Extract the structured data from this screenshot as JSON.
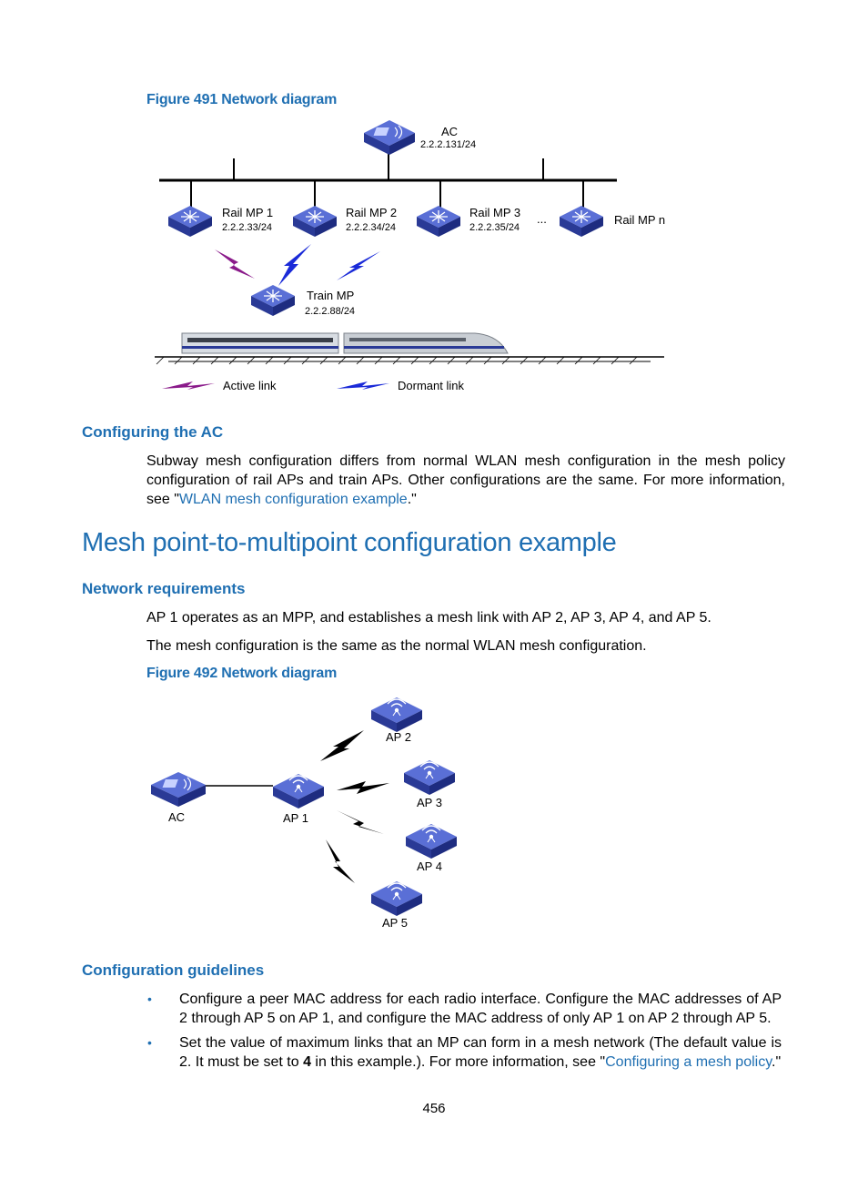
{
  "figure1": {
    "caption": "Figure 491 Network diagram",
    "ac_label": "AC",
    "ac_ip": "2.2.2.131/24",
    "rails": [
      {
        "label": "Rail MP 1",
        "ip": "2.2.2.33/24"
      },
      {
        "label": "Rail MP 2",
        "ip": "2.2.2.34/24"
      },
      {
        "label": "Rail MP 3",
        "ip": "2.2.2.35/24"
      },
      {
        "label": "Rail MP n",
        "ip": ""
      }
    ],
    "ellipsis": "...",
    "train_label": "Train MP",
    "train_ip": "2.2.2.88/24",
    "legend_active": "Active link",
    "legend_dormant": "Dormant link",
    "colors": {
      "device": "#3a4fb8",
      "active": "#8a1a8a",
      "dormant": "#1a2ad8"
    }
  },
  "section_ac": {
    "heading": "Configuring the AC",
    "para_text": "Subway mesh configuration differs from normal WLAN mesh configuration in the mesh policy configuration of rail APs and train APs. Other configurations are the same. For more information, see \"",
    "para_link": "WLAN mesh configuration example",
    "para_end": ".\""
  },
  "main_title": "Mesh point-to-multipoint configuration example",
  "section_req": {
    "heading": "Network requirements",
    "p1": "AP 1 operates as an MPP, and establishes a mesh link with AP 2, AP 3, AP 4, and AP 5.",
    "p2": "The mesh configuration is the same as the normal WLAN mesh configuration."
  },
  "figure2": {
    "caption": "Figure 492 Network diagram",
    "ac_label": "AC",
    "ap1": "AP 1",
    "ap2": "AP 2",
    "ap3": "AP 3",
    "ap4": "AP 4",
    "ap5": "AP 5"
  },
  "section_guide": {
    "heading": "Configuration guidelines",
    "bullet_symbol": "•",
    "b1": "Configure a peer MAC address for each radio interface. Configure the MAC addresses of AP 2 through AP 5 on AP 1, and configure the MAC address of only AP 1 on AP 2 through AP 5.",
    "b2_pre": "Set the value of maximum links that an MP can form in a mesh network (The default value is 2. It must be set to ",
    "b2_bold": "4",
    "b2_mid": " in this example.). For more information, see \"",
    "b2_link": "Configuring a mesh policy",
    "b2_end": ".\""
  },
  "page_number": "456"
}
